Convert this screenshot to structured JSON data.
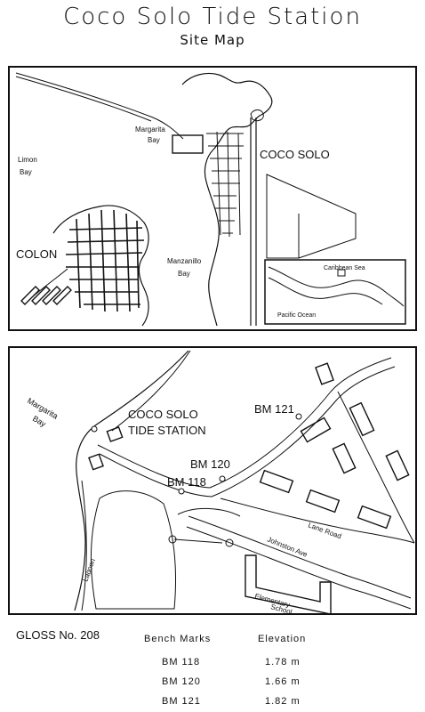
{
  "header": {
    "title": "Coco Solo Tide Station",
    "subtitle": "Site Map"
  },
  "top_map": {
    "labels": {
      "coco_solo": "COCO SOLO",
      "colon": "COLON",
      "margarita_1": "Margarita",
      "margarita_2": "Bay",
      "limon_1": "Limon",
      "limon_2": "Bay",
      "manzanillo_1": "Manzanillo",
      "manzanillo_2": "Bay"
    },
    "inset": {
      "caribbean": "Caribbean Sea",
      "pacific": "Pacific Ocean"
    }
  },
  "bottom_map": {
    "labels": {
      "margarita_1": "Margarita",
      "margarita_2": "Bay",
      "station_1": "COCO SOLO",
      "station_2": "TIDE STATION",
      "lagoon": "Lagoon",
      "lane_road": "Lane Road",
      "johnston_ave": "Johnston Ave",
      "school_1": "Elementary",
      "school_2": "School"
    },
    "benchmarks": [
      "BM 121",
      "BM 120",
      "BM 118"
    ]
  },
  "footer": {
    "gloss": "GLOSS No. 208",
    "col_bench": "Bench Marks",
    "col_elev": "Elevation",
    "rows": [
      {
        "mark": "BM 118",
        "elev": "1.78 m"
      },
      {
        "mark": "BM 120",
        "elev": "1.66 m"
      },
      {
        "mark": "BM 121",
        "elev": "1.82 m"
      }
    ]
  }
}
